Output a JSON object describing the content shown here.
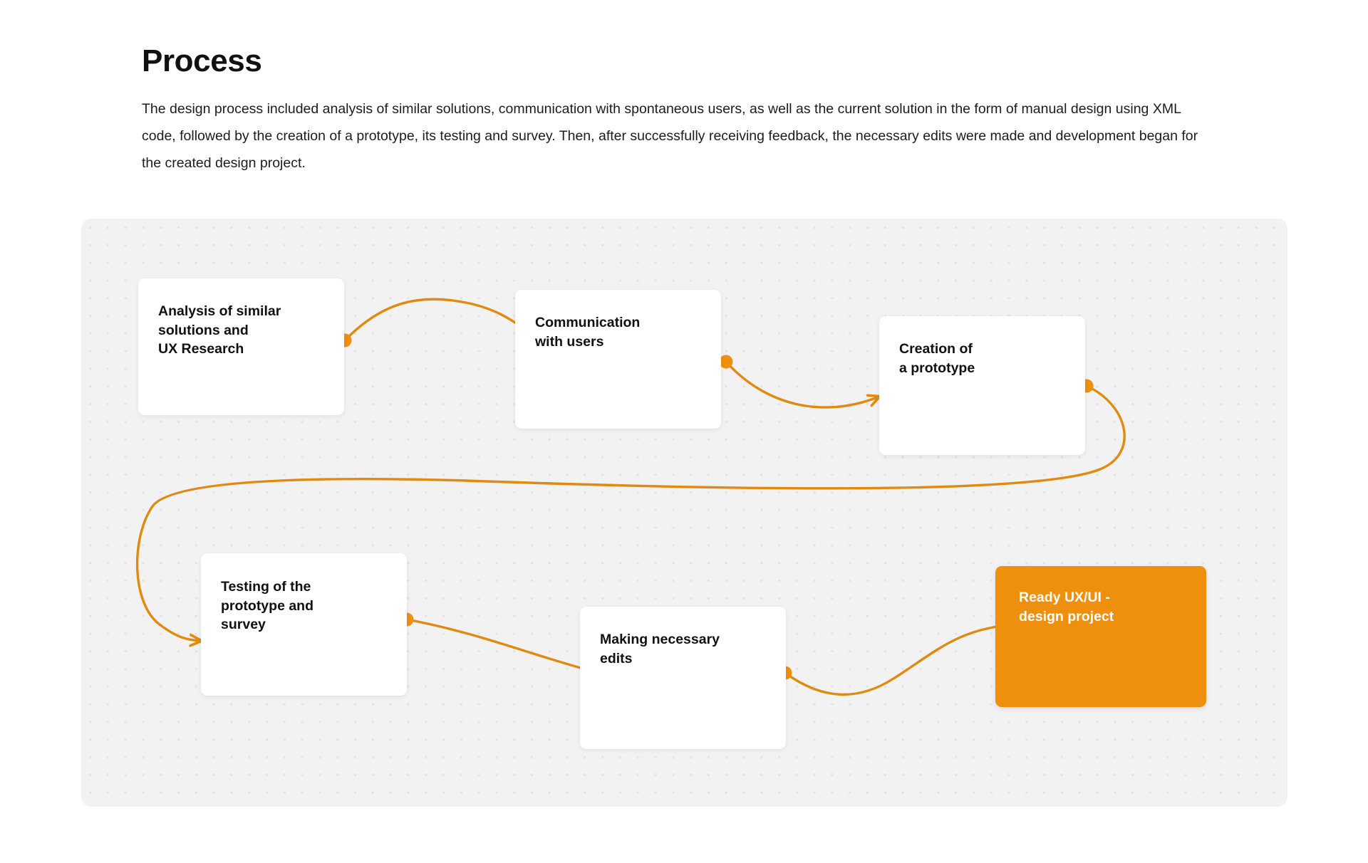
{
  "header": {
    "title": "Process",
    "description": "The design process included analysis of similar solutions, communication with spontaneous users, as well as the current solution in the form of manual design using XML code, followed by the creation of a prototype, its testing and survey. Then, after successfully receiving feedback, the necessary edits were made and development began for the created design project."
  },
  "colors": {
    "accent": "#ee8f0e",
    "panel_background": "#f2f2f2",
    "panel_dot": "#e2e2e2",
    "card_background": "#ffffff",
    "text": "#111111",
    "accent_card_text": "#ffffff"
  },
  "diagram": {
    "type": "flowchart",
    "nodes": [
      {
        "id": "analysis",
        "label": "Analysis of similar\nsolutions and\nUX Research",
        "style": "card"
      },
      {
        "id": "communication",
        "label": "Communication\nwith users",
        "style": "card"
      },
      {
        "id": "prototype",
        "label": "Creation of\na prototype",
        "style": "card"
      },
      {
        "id": "testing",
        "label": "Testing of the\nprototype and\nsurvey",
        "style": "card"
      },
      {
        "id": "edits",
        "label": "Making necessary\nedits",
        "style": "card"
      },
      {
        "id": "ready",
        "label": "Ready UX/UI -\ndesign project",
        "style": "accent-card"
      }
    ],
    "edges": [
      {
        "from": "analysis",
        "to": "communication"
      },
      {
        "from": "communication",
        "to": "prototype"
      },
      {
        "from": "prototype",
        "to": "testing"
      },
      {
        "from": "testing",
        "to": "edits"
      },
      {
        "from": "edits",
        "to": "ready"
      }
    ]
  }
}
